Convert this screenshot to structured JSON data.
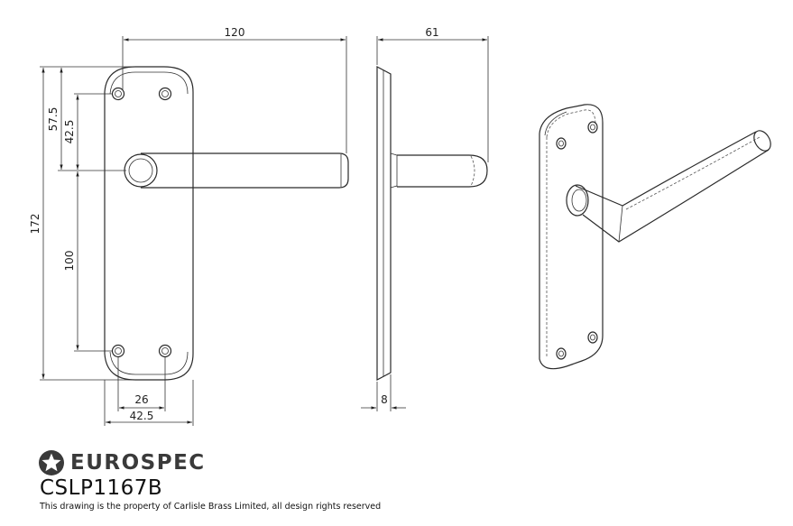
{
  "dimensions": {
    "width": "120",
    "depth": "61",
    "height": "172",
    "top_to_spindle": "57.5",
    "hole_to_spindle": "42.5",
    "fixing_centres": "100",
    "hole_spacing": "26",
    "backplate_width": "42.5",
    "plate_thickness": "8"
  },
  "brand": {
    "name": "EUROSPEC",
    "logo_icon": "star-in-circle-icon"
  },
  "product_code": "CSLP1167B",
  "copyright": "This drawing is the property of Carlisle Brass Limited, all design rights reserved"
}
